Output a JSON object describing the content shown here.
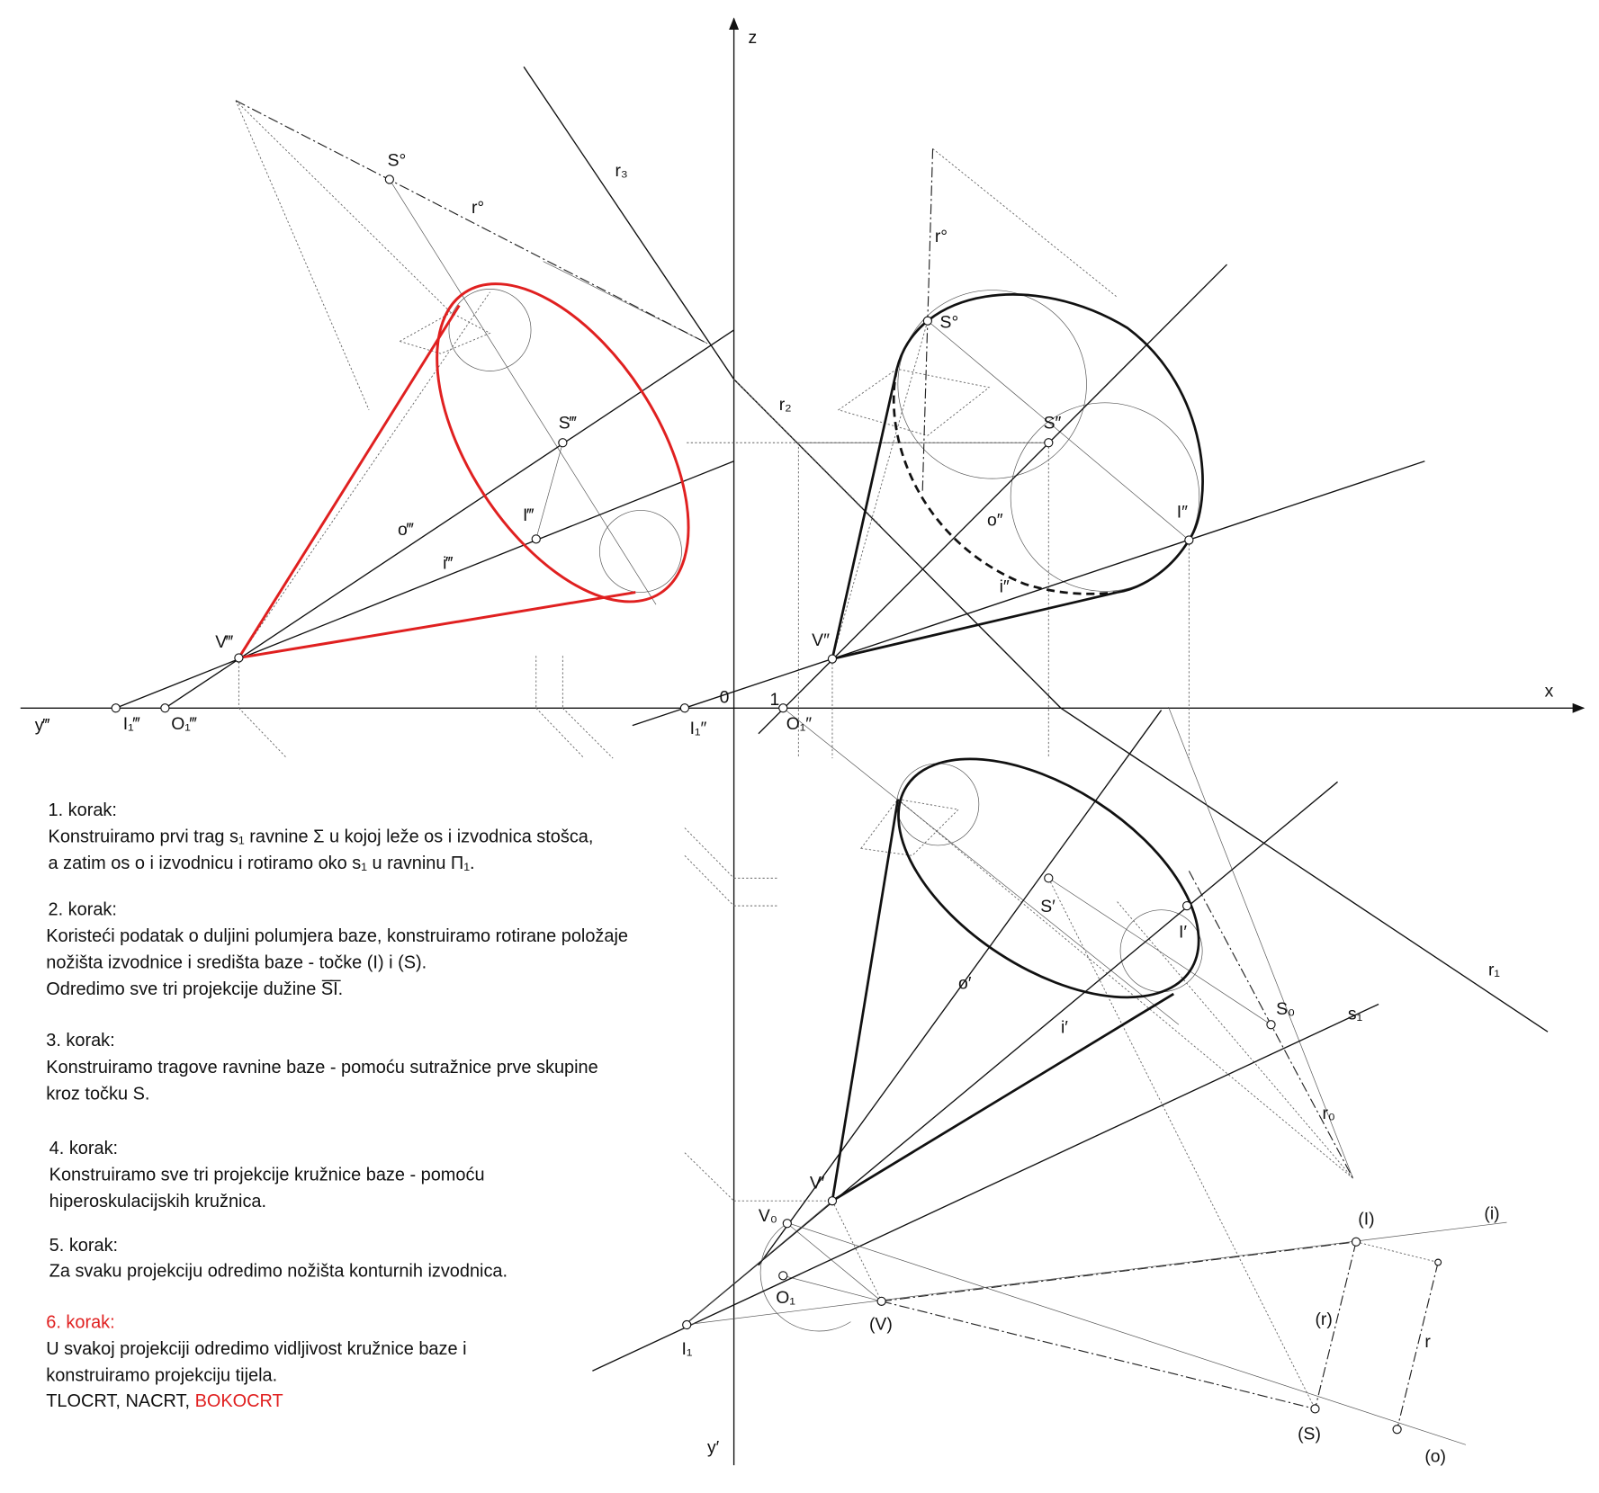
{
  "colors": {
    "accent": "#e02020",
    "ink": "#111111"
  },
  "axes": {
    "x": "x",
    "z": "z",
    "y3": "y‴",
    "y1": "y′",
    "zero": "0",
    "one": "1"
  },
  "labels": {
    "S0_left": "S°",
    "r0_left": "r°",
    "r3": "r₃",
    "r2": "r₂",
    "r1": "r₁",
    "s1": "s₁",
    "S3": "S‴",
    "I3": "I‴",
    "o3": "o‴",
    "i3": "i‴",
    "V3": "V‴",
    "I1_3": "I₁‴",
    "O1_3": "O₁‴",
    "S0_right": "S°",
    "r0_right": "r°",
    "S2": "S″",
    "I2": "I″",
    "o2": "o″",
    "i2": "i″",
    "V2": "V″",
    "I1_2": "I₁″",
    "O1_2": "O₁″",
    "S1": "S′",
    "I1p": "I′",
    "o1": "o′",
    "i1": "i′",
    "V1": "V′",
    "S0_low": "S₀",
    "r0_low": "r₀",
    "V0": "V₀",
    "O1": "O₁",
    "I1": "I₁",
    "Vr": "(V)",
    "Ir": "(I)",
    "ir": "(i)",
    "Sr": "(S)",
    "or": "(o)",
    "rr": "(r)",
    "r": "r"
  },
  "steps": [
    {
      "title": "1. korak:",
      "lines": [
        "Konstruiramo prvi trag s₁ ravnine Σ u kojoj leže os i izvodnica stošca,",
        "a zatim os o i izvodnicu i rotiramo oko s₁ u ravninu Π₁."
      ]
    },
    {
      "title": "2. korak:",
      "lines": [
        "Koristeći podatak o duljini polumjera baze, konstruiramo rotirane položaje",
        "nožišta izvodnice i  središta baze  - točke (I) i (S).",
        "Odredimo sve tri projekcije dužine S̅I̅."
      ]
    },
    {
      "title": "3. korak:",
      "lines": [
        "Konstruiramo tragove ravnine baze - pomoću sutražnice prve skupine",
        "kroz točku S."
      ]
    },
    {
      "title": "4. korak:",
      "lines": [
        "Konstruiramo sve tri projekcije kružnice baze - pomoću",
        "hiperoskulacijskih kružnica."
      ]
    },
    {
      "title": "5. korak:",
      "lines": [
        "Za svaku projekciju odredimo nožišta konturnih izvodnica."
      ]
    },
    {
      "title": "6. korak:",
      "lines": [
        "U svakoj projekciji odredimo vidljivost kružnice baze i",
        "konstruiramo projekciju tijela."
      ]
    }
  ],
  "views": {
    "prefix": "TLOCRT, NACRT, ",
    "highlight": "BOKOCRT"
  }
}
